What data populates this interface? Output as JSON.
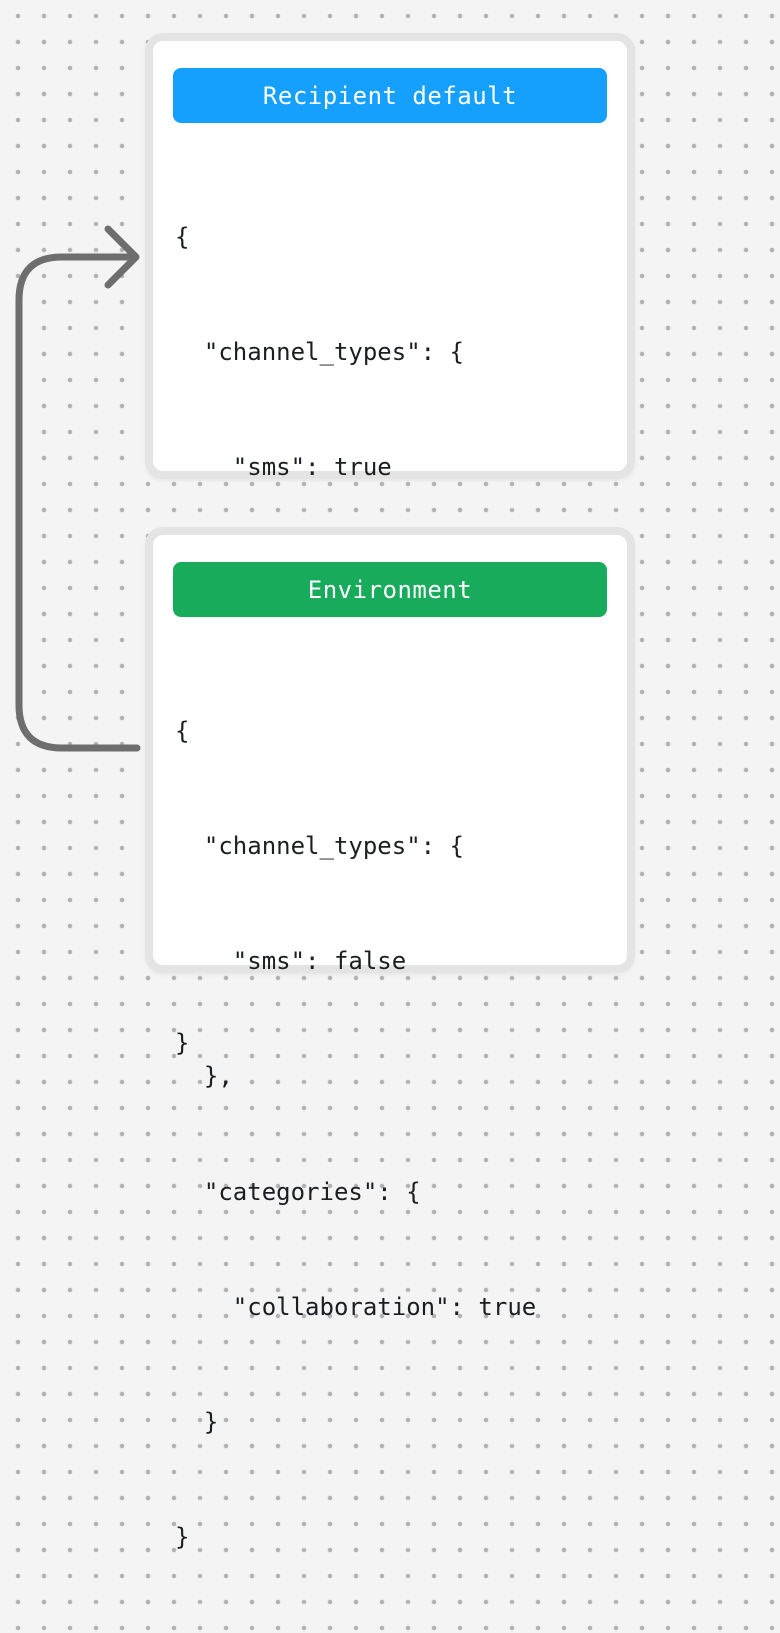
{
  "background": {
    "color": "#f4f4f4",
    "dot_color": "#b3b3b3"
  },
  "arrow": {
    "color": "#6e6e6e",
    "meaning": "connector-from-environment-card-to-recipient-default-card"
  },
  "cards": [
    {
      "title": "Recipient default",
      "header_color": "#14A0FC",
      "code_lines": [
        {
          "text": "{",
          "italic": false
        },
        {
          "text": "  \"channel_types\": {",
          "italic": false
        },
        {
          "text": "    \"sms\": true",
          "italic": false
        },
        {
          "text": "  },",
          "italic": false
        },
        {
          "text": "  \"categories\": {",
          "italic": true
        },
        {
          "text": "    \"collaboration\": true",
          "italic": true
        },
        {
          "text": "  }",
          "italic": false
        },
        {
          "text": "}",
          "italic": false
        }
      ]
    },
    {
      "title": "Environment",
      "header_color": "#18AB5C",
      "code_lines": [
        {
          "text": "{",
          "italic": false
        },
        {
          "text": "  \"channel_types\": {",
          "italic": false
        },
        {
          "text": "    \"sms\": false",
          "italic": false
        },
        {
          "text": "  },",
          "italic": false
        },
        {
          "text": "  \"categories\": {",
          "italic": false
        },
        {
          "text": "    \"collaboration\": true",
          "italic": false
        },
        {
          "text": "  }",
          "italic": false
        },
        {
          "text": "}",
          "italic": false
        }
      ]
    }
  ]
}
